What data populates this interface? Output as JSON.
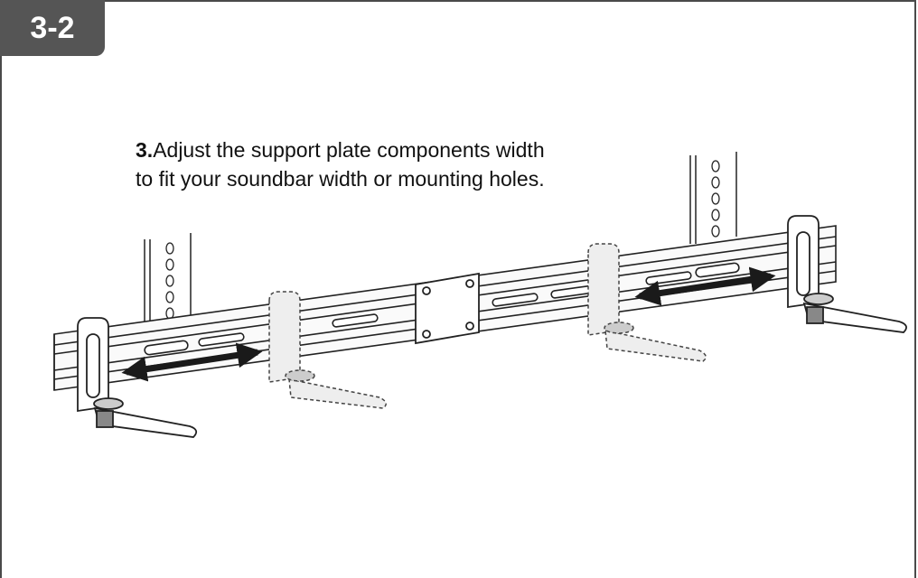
{
  "badge": {
    "label": "3-2",
    "color": "#555555"
  },
  "instruction": {
    "number": "3.",
    "line1": "Adjust the support plate components width",
    "line2": "to fit your soundbar width or mounting holes."
  },
  "illustration": {
    "description_icons": [
      "mounting-rail",
      "center-plate",
      "support-bracket-left",
      "support-bracket-right",
      "width-arrow-left",
      "width-arrow-right",
      "wall-upright-left",
      "wall-upright-right"
    ]
  }
}
